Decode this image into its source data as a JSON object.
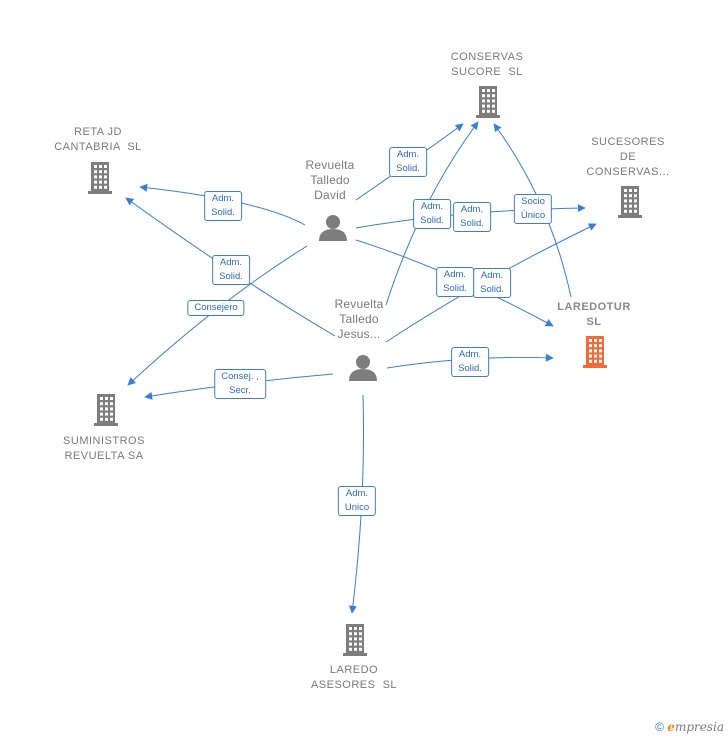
{
  "nodes": {
    "conservas": {
      "label": "CONSERVAS\nSUCORE  SL",
      "kind": "company"
    },
    "reta": {
      "label": "RETA JD\nCANTABRIA  SL",
      "kind": "company"
    },
    "sucesores": {
      "label": "SUCESORES\nDE\nCONSERVAS...",
      "kind": "company"
    },
    "laredotur": {
      "label": "LAREDOTUR\nSL",
      "kind": "company-highlight"
    },
    "suministros": {
      "label": "SUMINISTROS\nREVUELTA SA",
      "kind": "company"
    },
    "laredo_asesores": {
      "label": "LAREDO\nASESORES  SL",
      "kind": "company"
    },
    "david": {
      "label": "Revuelta\nTalledo\nDavid",
      "kind": "person"
    },
    "jesus": {
      "label": "Revuelta\nTalledo\nJesus...",
      "kind": "person"
    }
  },
  "edges": [
    {
      "id": "david-conservas",
      "label": "Adm.\nSolid."
    },
    {
      "id": "david-reta",
      "label": "Adm.\nSolid."
    },
    {
      "id": "david-sucesores",
      "label": "Adm.\nSolid."
    },
    {
      "id": "david-laredotur",
      "label": "Adm.\nSolid."
    },
    {
      "id": "david-suministros",
      "label": "Consejero"
    },
    {
      "id": "jesus-reta",
      "label": "Adm.\nSolid."
    },
    {
      "id": "jesus-conservas",
      "label": "Adm.\nSolid."
    },
    {
      "id": "jesus-sucesores",
      "label": "Adm.\nSolid."
    },
    {
      "id": "jesus-laredotur",
      "label": "Adm.\nSolid."
    },
    {
      "id": "jesus-suministros",
      "label": "Consej. ,\nSecr."
    },
    {
      "id": "jesus-laredo-asesores",
      "label": "Adm.\nUnico"
    },
    {
      "id": "laredotur-conservas",
      "label": "Socio\nÚnico"
    }
  ],
  "footer": {
    "copyright": "©",
    "brand_initial": "e",
    "brand_rest": "mpresia"
  },
  "colors": {
    "edge": "#3a7fd5",
    "company": "#7d7d7d",
    "company_highlight": "#f26a35",
    "person": "#7d7d7d"
  }
}
